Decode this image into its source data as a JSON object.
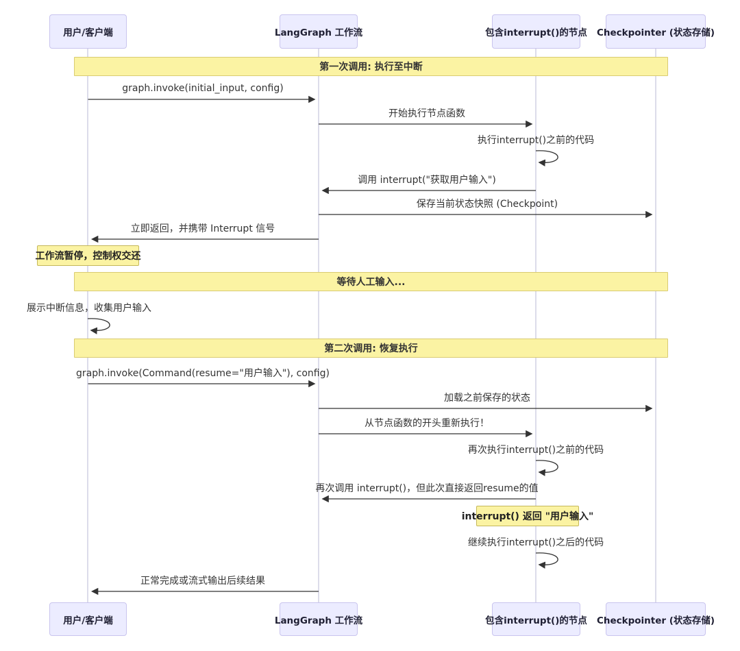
{
  "diagram": {
    "type": "sequence-diagram",
    "actors": [
      {
        "id": "user",
        "label": "用户/客户端"
      },
      {
        "id": "workflow",
        "label": "LangGraph 工作流"
      },
      {
        "id": "interrupt-node",
        "label": "包含interrupt()的节点"
      },
      {
        "id": "checkpointer",
        "label": "Checkpointer (状态存储)"
      }
    ],
    "sections": [
      {
        "label": "第一次调用: 执行至中断"
      },
      {
        "label": "等待人工输入..."
      },
      {
        "label": "第二次调用: 恢复执行"
      }
    ],
    "messages": [
      {
        "from": "user",
        "to": "workflow",
        "text": "graph.invoke(initial_input, config)"
      },
      {
        "from": "workflow",
        "to": "interrupt-node",
        "text": "开始执行节点函数"
      },
      {
        "from": "interrupt-node",
        "to": "interrupt-node",
        "text": "执行interrupt()之前的代码"
      },
      {
        "from": "interrupt-node",
        "to": "workflow",
        "text": "调用 interrupt(\"获取用户输入\")"
      },
      {
        "from": "workflow",
        "to": "checkpointer",
        "text": "保存当前状态快照 (Checkpoint)"
      },
      {
        "from": "workflow",
        "to": "user",
        "text": "立即返回，并携带 Interrupt 信号"
      },
      {
        "from": "user",
        "to": "user",
        "text": "展示中断信息，收集用户输入"
      },
      {
        "from": "user",
        "to": "workflow",
        "text": "graph.invoke(Command(resume=\"用户输入\"), config)"
      },
      {
        "from": "workflow",
        "to": "checkpointer",
        "text": "加载之前保存的状态"
      },
      {
        "from": "workflow",
        "to": "interrupt-node",
        "text": "从节点函数的开头重新执行！"
      },
      {
        "from": "interrupt-node",
        "to": "interrupt-node",
        "text": "再次执行interrupt()之前的代码"
      },
      {
        "from": "interrupt-node",
        "to": "workflow",
        "text": "再次调用 interrupt()，但此次直接返回resume的值"
      },
      {
        "from": "interrupt-node",
        "to": "interrupt-node",
        "text": "继续执行interrupt()之后的代码"
      },
      {
        "from": "workflow",
        "to": "user",
        "text": "正常完成或流式输出后续结果"
      }
    ],
    "notes": [
      {
        "anchor": "user",
        "text": "工作流暂停，控制权交还"
      },
      {
        "anchor": "interrupt-node",
        "text": "interrupt() 返回 \"用户输入\""
      }
    ],
    "colors": {
      "background": "#FFFFFF",
      "actor_fill": "#ECECFF",
      "actor_border": "#C9C4EE",
      "section_fill": "#FBF3A3",
      "section_border": "#D9CB72",
      "note_fill": "#FBF3A3",
      "note_border": "#C4B75B",
      "lifeline": "#D0D0E4",
      "arrow": "#333333"
    }
  }
}
